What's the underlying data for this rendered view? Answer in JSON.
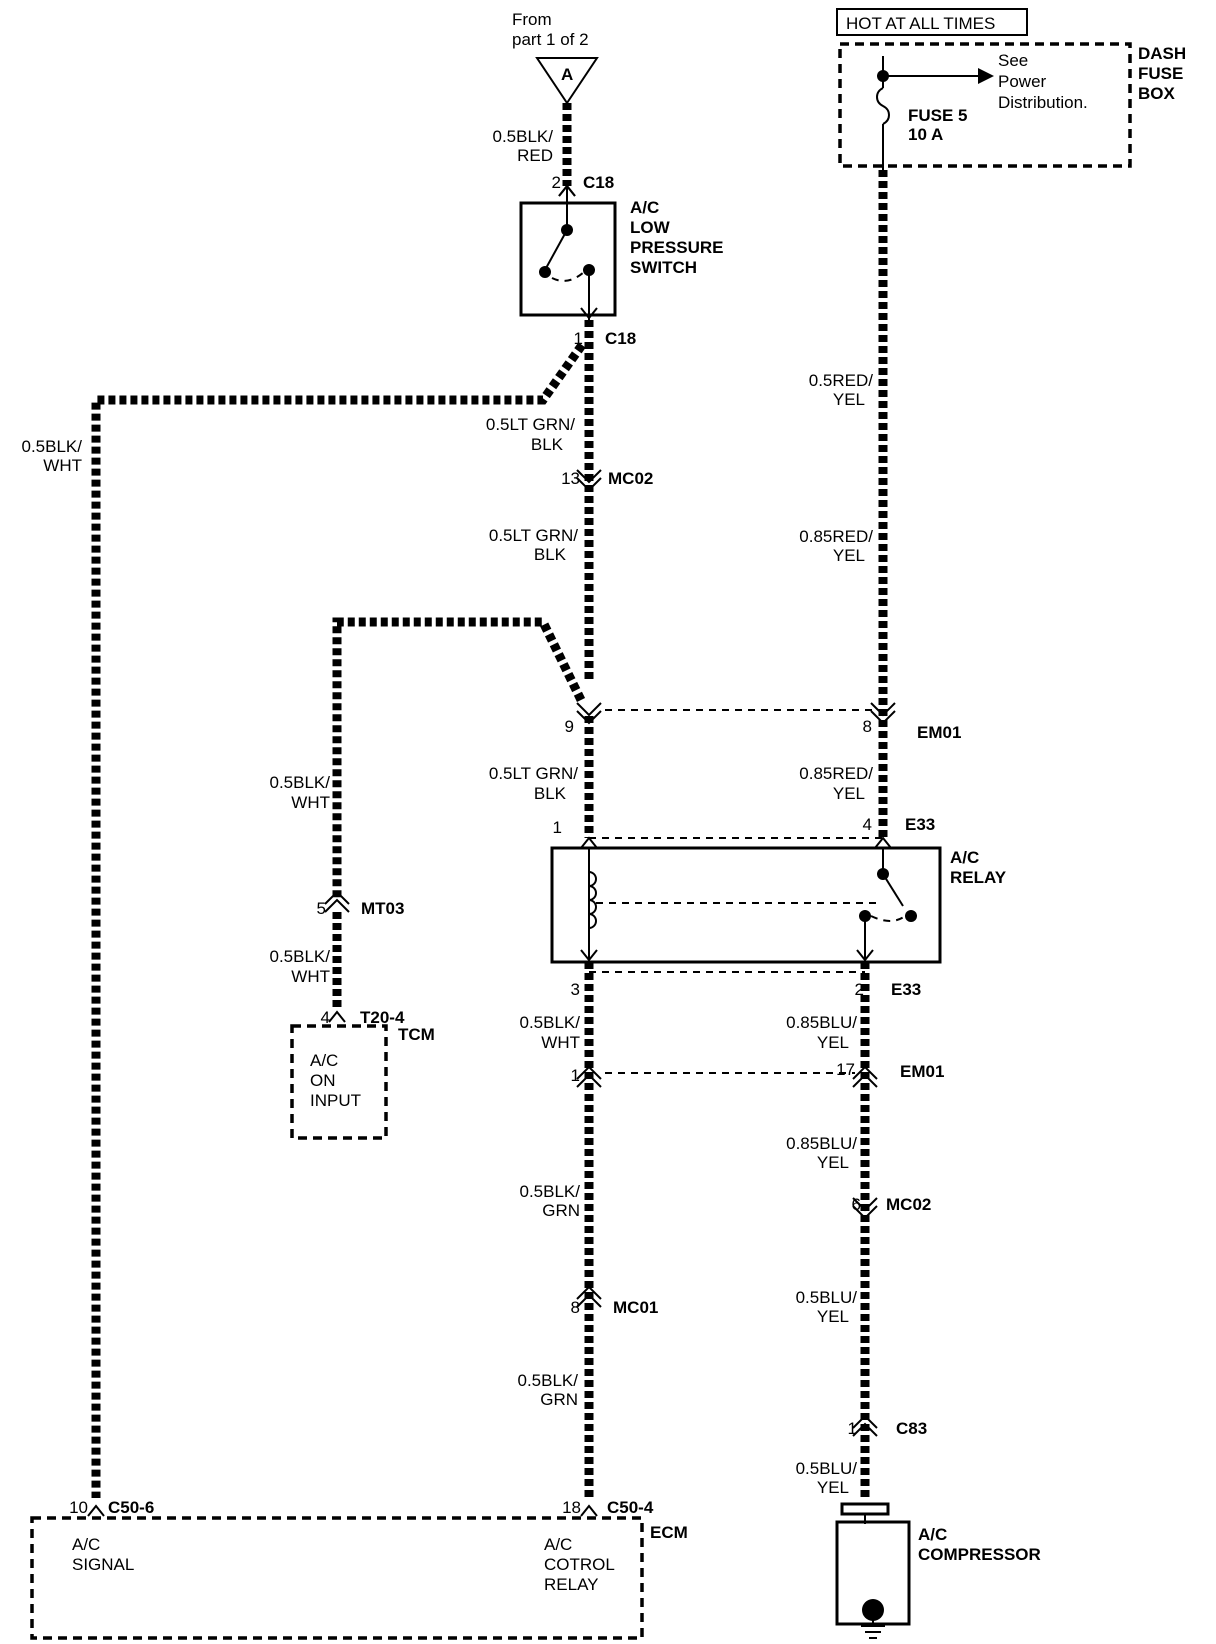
{
  "source": {
    "from_line1": "From",
    "from_line2": "part 1 of 2",
    "connector_letter": "A"
  },
  "hot_at_all_times": "HOT AT ALL TIMES",
  "dash_fuse_box": {
    "name_l1": "DASH",
    "name_l2": "FUSE",
    "name_l3": "BOX",
    "see_l1": "See",
    "see_l2": "Power",
    "see_l3": "Distribution.",
    "fuse_l1": "FUSE 5",
    "fuse_l2": "10 A"
  },
  "low_pressure_switch": {
    "l1": "A/C",
    "l2": "LOW",
    "l3": "PRESSURE",
    "l4": "SWITCH"
  },
  "ac_relay": {
    "l1": "A/C",
    "l2": "RELAY"
  },
  "tcm": {
    "name": "TCM",
    "l1": "A/C",
    "l2": "ON",
    "l3": "INPUT"
  },
  "ecm": {
    "name": "ECM",
    "sig_l1": "A/C",
    "sig_l2": "SIGNAL",
    "rel_l1": "A/C",
    "rel_l2": "COTROL",
    "rel_l3": "RELAY"
  },
  "compressor": {
    "l1": "A/C",
    "l2": "COMPRESSOR"
  },
  "wires": {
    "w1": [
      "0.5BLK/",
      "RED"
    ],
    "w2": [
      "0.5BLK/",
      "WHT"
    ],
    "w3": [
      "0.5LT GRN/",
      "BLK"
    ],
    "w4": [
      "0.5LT GRN/",
      "BLK"
    ],
    "w5": [
      "0.5LT GRN/",
      "BLK"
    ],
    "w6": [
      "0.5BLK/",
      "WHT"
    ],
    "w7": [
      "0.5BLK/",
      "WHT"
    ],
    "w8": [
      "0.5BLK/",
      "WHT"
    ],
    "w9": [
      "0.5BLK/",
      "GRN"
    ],
    "w10": [
      "0.5BLK/",
      "GRN"
    ],
    "w11": [
      "0.5RED/",
      "YEL"
    ],
    "w12": [
      "0.85RED/",
      "YEL"
    ],
    "w13": [
      "0.85RED/",
      "YEL"
    ],
    "w14": [
      "0.85BLU/",
      "YEL"
    ],
    "w15": [
      "0.85BLU/",
      "YEL"
    ],
    "w16": [
      "0.5BLU/",
      "YEL"
    ],
    "w17": [
      "0.5BLU/",
      "YEL"
    ]
  },
  "connectors": {
    "c18_top": {
      "pin": "2",
      "name": "C18"
    },
    "c18_bot": {
      "pin": "1",
      "name": "C18"
    },
    "mc02_13": {
      "pin": "13",
      "name": "MC02"
    },
    "em01_9": {
      "pin": "9"
    },
    "em01_8": {
      "pin": "8",
      "name": "EM01"
    },
    "e33_1": {
      "pin": "1"
    },
    "e33_4": {
      "pin": "4",
      "name": "E33"
    },
    "e33_3": {
      "pin": "3"
    },
    "e33_2": {
      "pin": "2",
      "name": "E33"
    },
    "em01_1": {
      "pin": "1"
    },
    "em01_17": {
      "pin": "17",
      "name": "EM01"
    },
    "mt03": {
      "pin": "5",
      "name": "MT03"
    },
    "t20": {
      "pin": "4",
      "name": "T20-4"
    },
    "mc02_6": {
      "pin": "6",
      "name": "MC02"
    },
    "mc01": {
      "pin": "8",
      "name": "MC01"
    },
    "c83": {
      "pin": "1",
      "name": "C83"
    },
    "c50_6": {
      "pin": "10",
      "name": "C50-6"
    },
    "c50_4": {
      "pin": "18",
      "name": "C50-4"
    }
  }
}
